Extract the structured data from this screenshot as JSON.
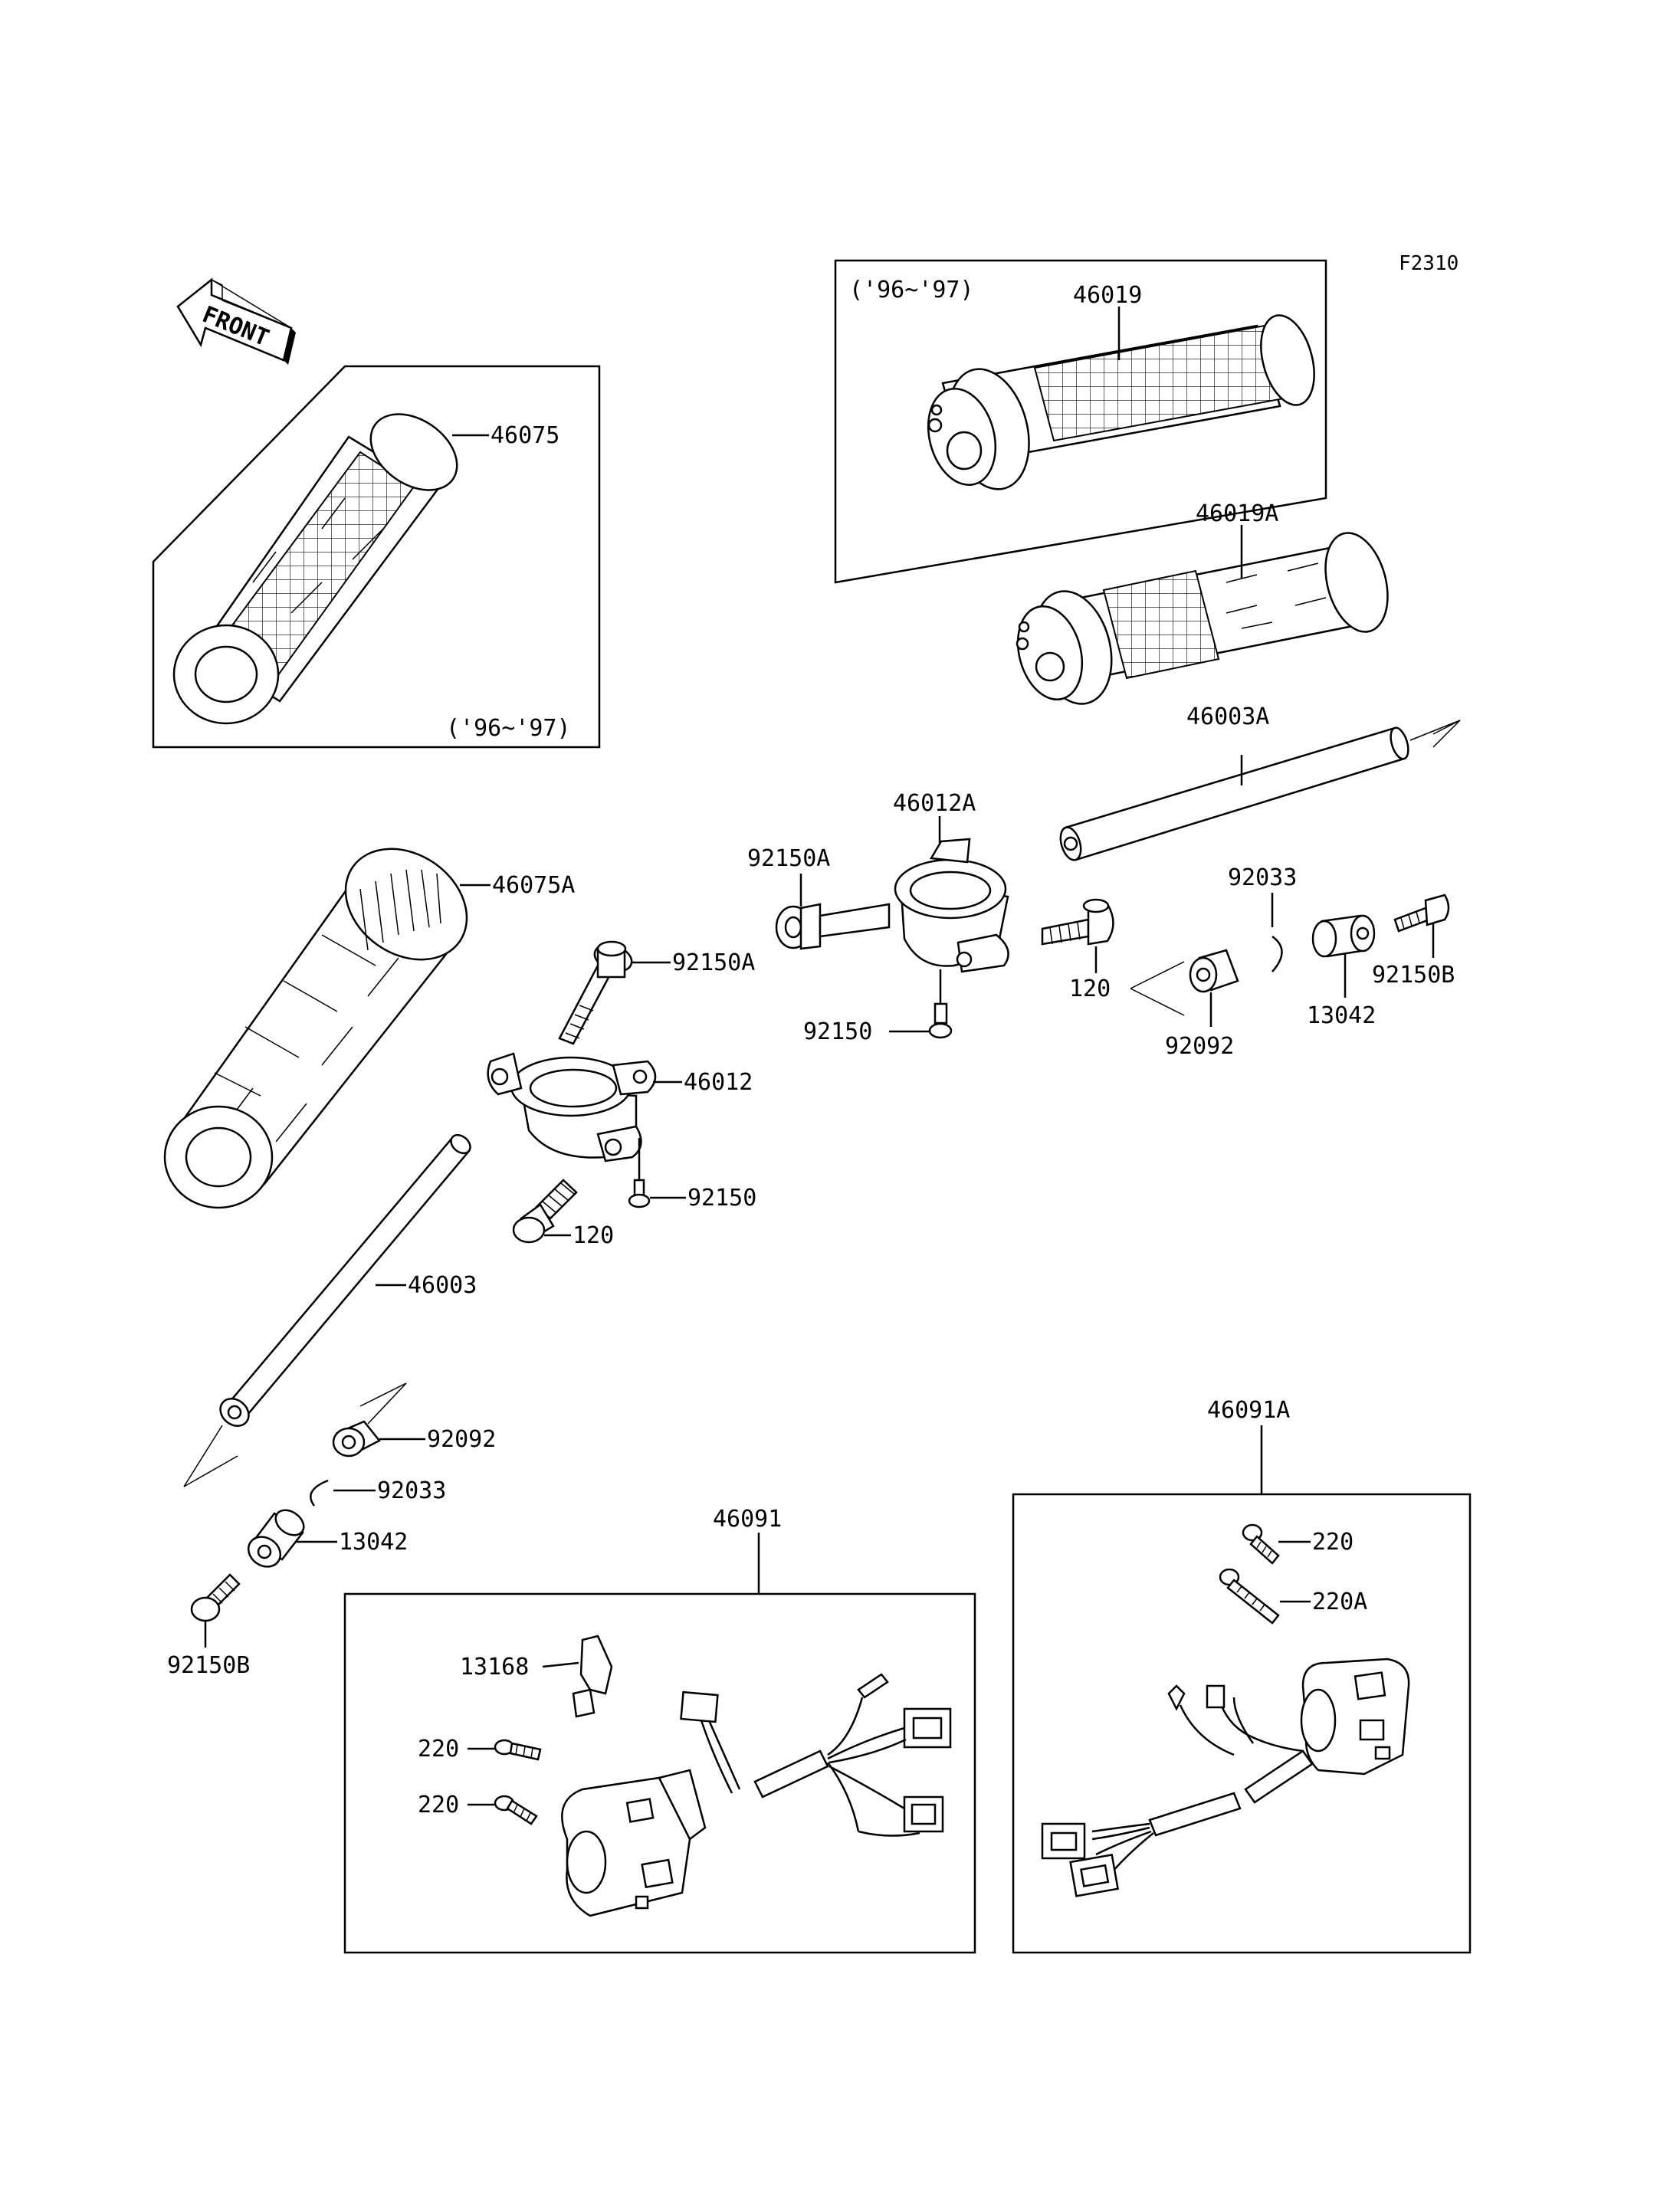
{
  "diagram": {
    "code": "F2310",
    "front_label": "FRONT",
    "year_note_top": "('96~'97)",
    "year_note_left": "('96~'97)"
  },
  "parts": {
    "p46019": "46019",
    "p46019A": "46019A",
    "p46003A": "46003A",
    "p46075": "46075",
    "p46075A": "46075A",
    "p46012A": "46012A",
    "p92150A_top": "92150A",
    "p92150A_mid": "92150A",
    "p92150_top": "92150",
    "p120_right": "120",
    "p92033_right": "92033",
    "p92150B_right": "92150B",
    "p13042_right": "13042",
    "p92092_right": "92092",
    "p46012": "46012",
    "p92150_mid": "92150",
    "p120_left": "120",
    "p46003": "46003",
    "p92092_left": "92092",
    "p92033_left": "92033",
    "p13042_left": "13042",
    "p92150B_left": "92150B",
    "p46091": "46091",
    "p13168": "13168",
    "p220_a": "220",
    "p220_b": "220",
    "p46091A": "46091A",
    "p220_c": "220",
    "p220A": "220A"
  }
}
